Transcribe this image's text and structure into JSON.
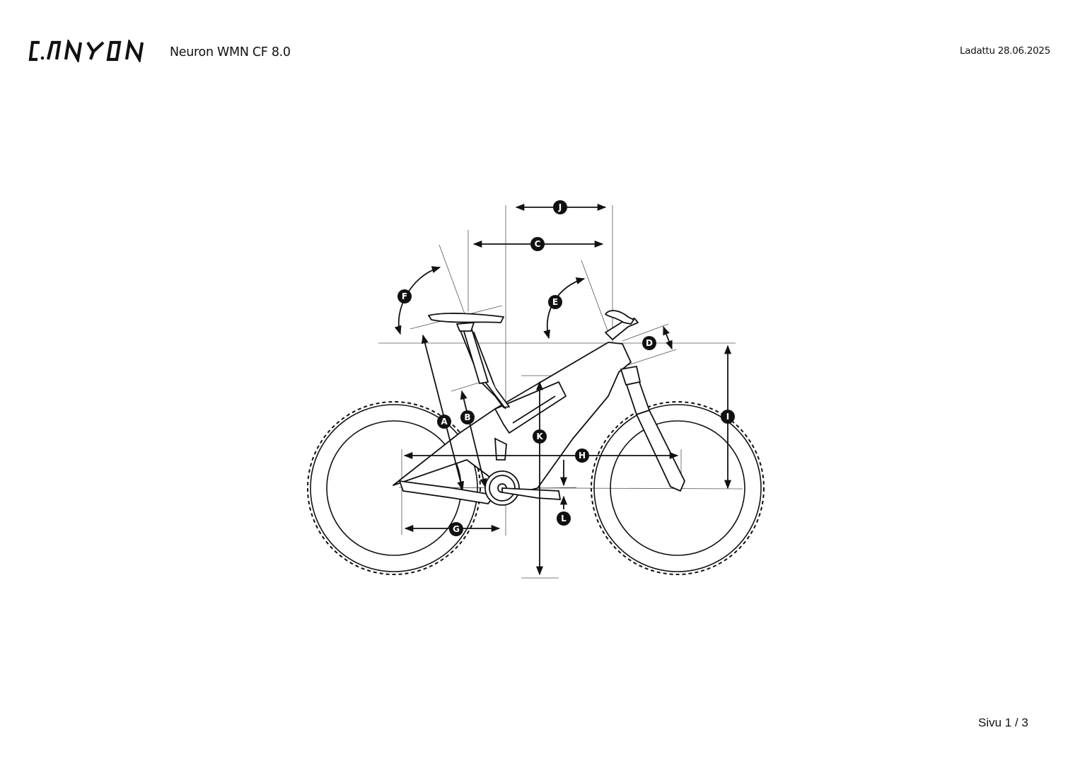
{
  "header": {
    "brand": "CANYON",
    "model": "Neuron WMN CF 8.0",
    "downloaded": "Ladattu 28.06.2025"
  },
  "diagram": {
    "labels": {
      "a": "A",
      "b": "B",
      "c": "C",
      "d": "D",
      "e": "E",
      "f": "F",
      "g": "G",
      "h": "H",
      "i": "I",
      "j": "J",
      "k": "K",
      "l": "L"
    }
  },
  "footer": {
    "page": "Sivu 1 / 3"
  }
}
